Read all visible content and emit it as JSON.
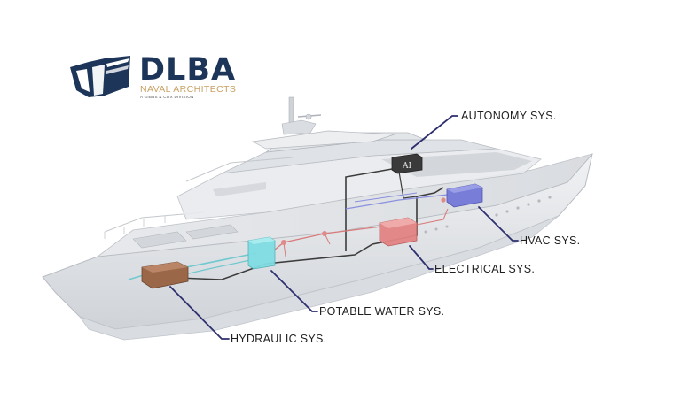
{
  "logo": {
    "name": "DLBA",
    "subtitle": "NAVAL ARCHITECTS",
    "tagline": "A GIBBS & COX DIVISION",
    "color_primary": "#1d3559",
    "color_accent": "#c9a063"
  },
  "diagram": {
    "ai_box_label": "AI",
    "callouts": {
      "autonomy": "AUTONOMY SYS.",
      "hvac": "HVAC SYS.",
      "electrical": "ELECTRICAL SYS.",
      "potable_water": "POTABLE WATER SYS.",
      "hydraulic": "HYDRAULIC SYS."
    },
    "colors": {
      "leader_line": "#2e2f6e",
      "hvac_unit": "#6f73d6",
      "electrical_unit": "#e07b7b",
      "potable_unit": "#6fd6dc",
      "hydraulic_unit": "#8b5a3c",
      "autonomy_unit": "#3a3a3a"
    }
  }
}
